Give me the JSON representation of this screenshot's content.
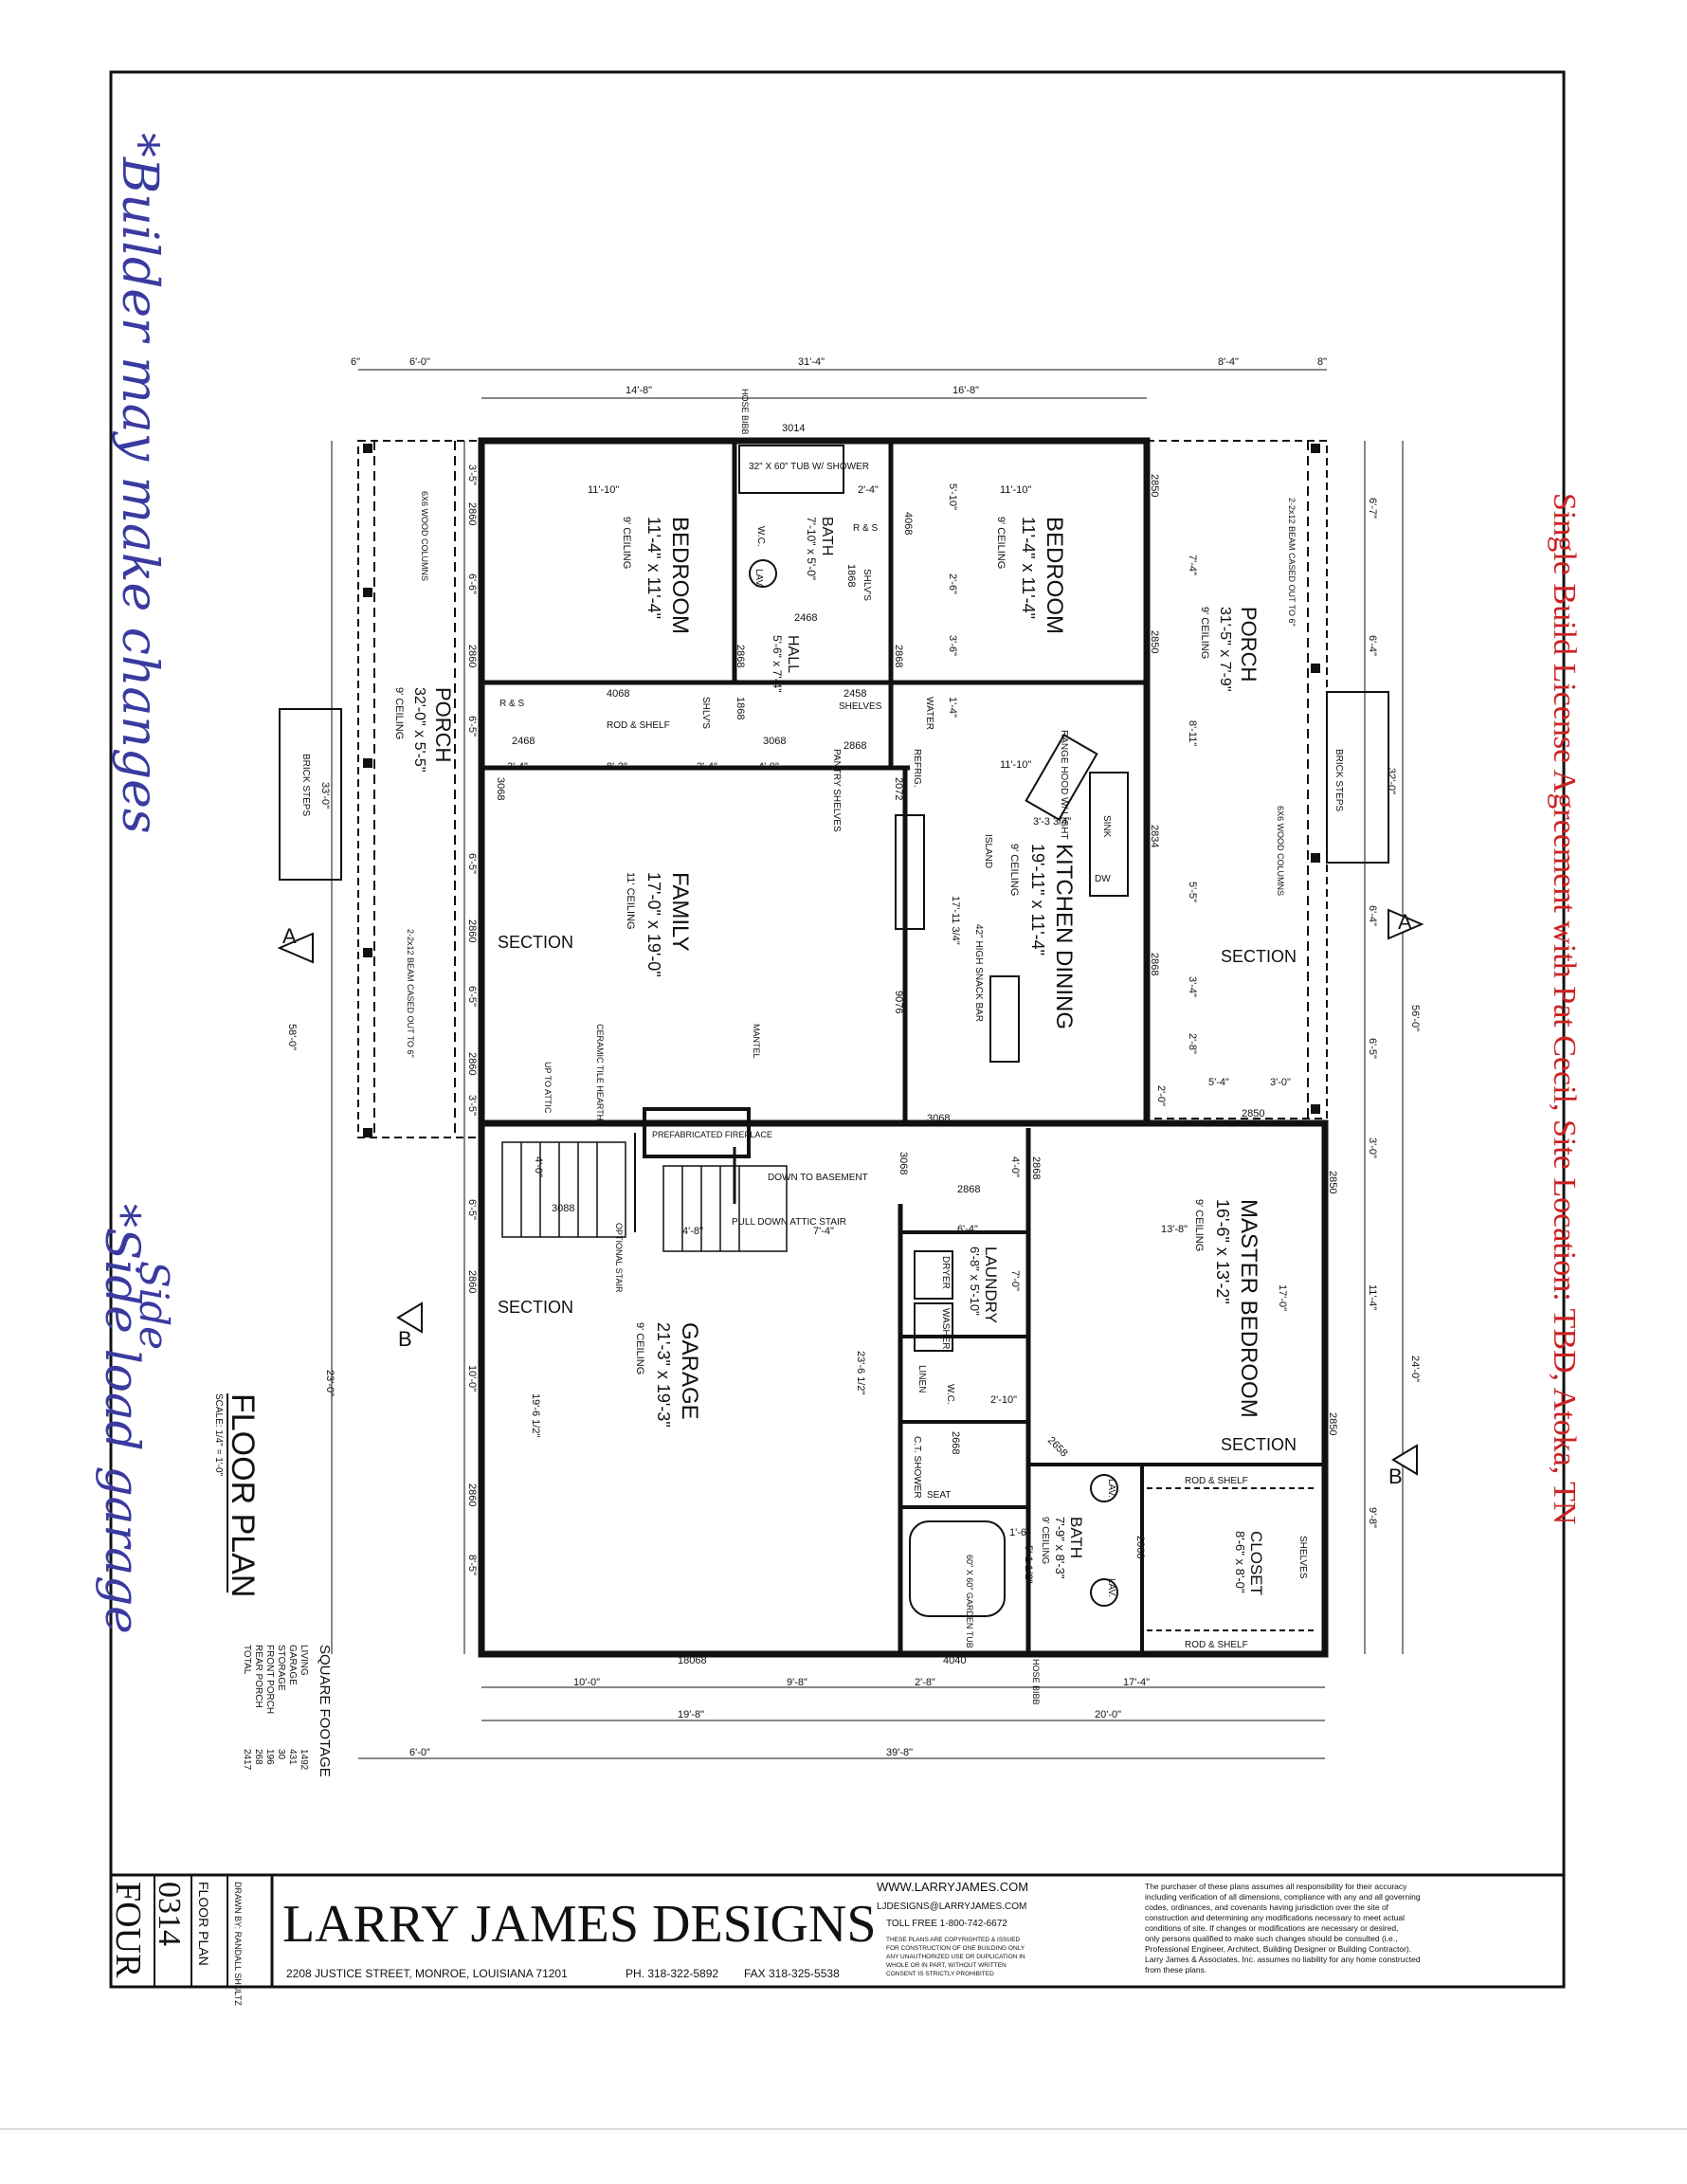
{
  "annotations": {
    "left_note": "*Builder may make changes",
    "bottom_note_1": "Side",
    "bottom_note_2": "*Side load garage",
    "license_stamp": "Single Build License Agreement with Pat Cecil, Site Location: TBD, Atoka, TN"
  },
  "rooms": {
    "bedroom_left": {
      "name": "BEDROOM",
      "size": "11'-4\" x 11'-4\"",
      "ceiling": "9' CEILING"
    },
    "bedroom_right": {
      "name": "BEDROOM",
      "size": "11'-4\" x 11'-4\"",
      "ceiling": "9' CEILING"
    },
    "bath_top": {
      "name": "BATH",
      "size": "7'-10\" x 5'-0\""
    },
    "hall": {
      "name": "HALL",
      "size": "5'-6\" x 7'-4\""
    },
    "porch_left": {
      "name": "PORCH",
      "size": "32'-0\" x 5'-5\"",
      "ceiling": "9' CEILING"
    },
    "porch_right": {
      "name": "PORCH",
      "size": "31'-5\" x 7'-9\"",
      "ceiling": "9' CEILING"
    },
    "family": {
      "name": "FAMILY",
      "size": "17'-0\" x 19'-0\"",
      "ceiling": "11' CEILING"
    },
    "kitchen": {
      "name": "KITCHEN DINING",
      "size": "19'-11\" x 11'-4\"",
      "ceiling": "9' CEILING"
    },
    "garage": {
      "name": "GARAGE",
      "size": "21'-3\" x 19'-3\"",
      "ceiling": "9' CEILING"
    },
    "laundry": {
      "name": "LAUNDRY",
      "size": "6'-8\" x 5'-10\""
    },
    "master": {
      "name": "MASTER BEDROOM",
      "size": "16'-6\" x 13'-2\"",
      "ceiling": "9' CEILING"
    },
    "master_bath": {
      "name": "BATH",
      "size": "7'-9\" x 8'-3\"",
      "ceiling": "9' CEILING"
    },
    "closet": {
      "name": "CLOSET",
      "size": "8'-6\" x 8'-0\""
    }
  },
  "fixtures": {
    "tub": "32\" X 60\" TUB W/ SHOWER",
    "wc": "W.C.",
    "lav": "LAV.",
    "rs": "R & S",
    "rod_shelf": "ROD & SHELF",
    "shelves": "SHELVES",
    "shlvs": "SHLV'S",
    "water": "WATER",
    "refrig": "REFRIG.",
    "pantry": "PANTRY SHELVES",
    "range": "RANGE HOOD W/ LIGHT",
    "sink": "SINK",
    "dw": "DW",
    "island": "ISLAND",
    "snack": "42\" HIGH SNACK BAR",
    "fireplace": "PREFABRICATED FIREPLACE",
    "hearth": "CERAMIC TILE HEARTH",
    "mantel": "MANTEL",
    "up_attic": "UP TO ATTIC",
    "down_basement": "DOWN TO BASEMENT",
    "attic_stair": "PULL DOWN ATTIC STAIR",
    "optional_stair": "OPTIONAL STAIR",
    "dryer": "DRYER",
    "washer": "WASHER",
    "linen": "LINEN",
    "ct_shower": "C.T. SHOWER",
    "seat": "SEAT",
    "garden_tub": "60\" X 60\" GARDEN TUB",
    "hose_bibb": "HOSE BIBB",
    "brick_steps": "BRICK STEPS",
    "columns": "6X6 WOOD COLUMNS",
    "beam": "2-2x12 BEAM CASED OUT TO 6\"",
    "section": "SECTION",
    "sec_a": "A",
    "sec_b": "B"
  },
  "dimensions": {
    "top_overall": "31'-4\"",
    "top_left": "6'-0\"",
    "top_right": "8'-4\"",
    "top_6in": "6\"",
    "top_8in": "8\"",
    "top_14_8": "14'-8\"",
    "top_16_8": "16'-8\"",
    "bot_10_0": "10'-0\"",
    "bot_9_8": "9'-8\"",
    "bot_2_8": "2'-8\"",
    "bot_17_4": "17'-4\"",
    "bot_19_8": "19'-8\"",
    "bot_20_0": "20'-0\"",
    "bot_6_0": "6'-0\"",
    "bot_39_8": "39'-8\"",
    "bot_18068": "18068",
    "bot_4040": "4040",
    "left_58": "58'-0\"",
    "left_23": "23'-0\"",
    "right_56": "56'-0\"",
    "right_24": "24'-0\"",
    "r_6_7": "6'-7\"",
    "r_7_4": "7'-4\"",
    "r_6_4": "6'-4\"",
    "r_8_11": "8'-11\"",
    "r_5_5": "5'-5\"",
    "r_3_4": "3'-4\"",
    "r_2_8": "2'-8\"",
    "r_6_5": "6'-5\"",
    "r_3_0": "3'-0\"",
    "r_11_4": "11'-4\"",
    "r_9_8": "9'-8\"",
    "r_32_0": "32'-0\"",
    "l_3_5": "3'-5\"",
    "l_6_6": "6'-6\"",
    "l_6_5": "6'-5\"",
    "l_8_5": "8'-5\"",
    "l_10_0": "10'-0\"",
    "l_19_6": "19'-6 1/2\"",
    "l_23_6": "23'-6 1/2\"",
    "l_33_0": "33'-0\"",
    "d_11_10": "11'-10\"",
    "d_2_4": "2'-4\"",
    "d_8_2": "8'-2\"",
    "d_4_0": "4'-0\"",
    "d_3_4": "3'-4\"",
    "d_5_10": "5'-10\"",
    "d_2_6": "2'-6\"",
    "d_3_6": "3'-6\"",
    "d_17_11": "17'-11 3/4\"",
    "d_3_3": "3'-3 3/4\"",
    "d_13_8": "13'-8\"",
    "d_17_0": "17'-0\"",
    "d_6_4": "6'-4\"",
    "d_7_0": "7'-0\"",
    "d_2_10": "2'-10\"",
    "d_1_6": "1'-6\"",
    "d_5_1": "5'-1 1/2\"",
    "d_4_8": "4'-8\"",
    "d_7_4": "7'-4\"",
    "d_5_4": "5'-4\"",
    "d_2_0": "2'-0\"",
    "d_1_4": "1'-4\"",
    "w_2850": "2850",
    "w_2860": "2860",
    "w_3014": "3014",
    "w_2468": "2468",
    "w_2868": "2868",
    "w_1868": "1868",
    "w_4068": "4068",
    "w_3068": "3068",
    "w_2458": "2458",
    "w_2834": "2834",
    "w_3088": "3088",
    "w_9076": "9076",
    "w_2072": "2072",
    "w_2668": "2668",
    "w_2068": "2068",
    "w_2658": "2658"
  },
  "floor_plan_title": "FLOOR PLAN",
  "scale": "SCALE: 1/4\" = 1'-0\"",
  "square_footage": {
    "title": "SQUARE FOOTAGE",
    "rows": [
      {
        "label": "LIVING",
        "value": "1492"
      },
      {
        "label": "GARAGE",
        "value": "431"
      },
      {
        "label": "STORAGE",
        "value": "30"
      },
      {
        "label": "FRONT PORCH",
        "value": "196"
      },
      {
        "label": "REAR PORCH",
        "value": "268"
      },
      {
        "label": "TOTAL",
        "value": "2417"
      }
    ]
  },
  "title_block": {
    "sheet_no_1": "FOUR",
    "sheet_no_2": "0314",
    "sheet_label": "FLOOR PLAN",
    "drawn_by": "DRAWN BY: RANDALL SHULTZ",
    "company": "LARRY JAMES DESIGNS",
    "address": "2208 JUSTICE STREET, MONROE, LOUISIANA  71201",
    "phone": "PH. 318-322-5892",
    "fax": "FAX 318-325-5538",
    "web": "WWW.LARRYJAMES.COM",
    "email": "LJDESIGNS@LARRYJAMES.COM",
    "tollfree": "TOLL FREE 1-800-742-6672",
    "copyright": [
      "THESE PLANS ARE COPYRIGHTED & ISSUED",
      "FOR CONSTRUCTION OF ONE BUILDING ONLY",
      "ANY UNAUTHORIZED USE OR DUPLICATION IN",
      "WHOLE OR IN PART, WITHOUT WRITTEN",
      "CONSENT IS STRICTLY PROHIBITED"
    ],
    "disclaimer": [
      "The purchaser of these plans assumes all responsibility for their accuracy",
      "including verification of all dimensions, compliance with any and all governing",
      "codes, ordinances, and covenants having jurisdiction over the site of",
      "construction and determining any modifications necessary to meet actual",
      "conditions of site. If changes or modifications are necessary or desired,",
      "only persons qualified to make such changes should be consulted (i.e.,",
      "Professional Engineer, Architect, Building Designer or Building Contractor).",
      "Larry James & Associates, Inc. assumes no liability for any home constructed",
      "from these plans."
    ]
  }
}
